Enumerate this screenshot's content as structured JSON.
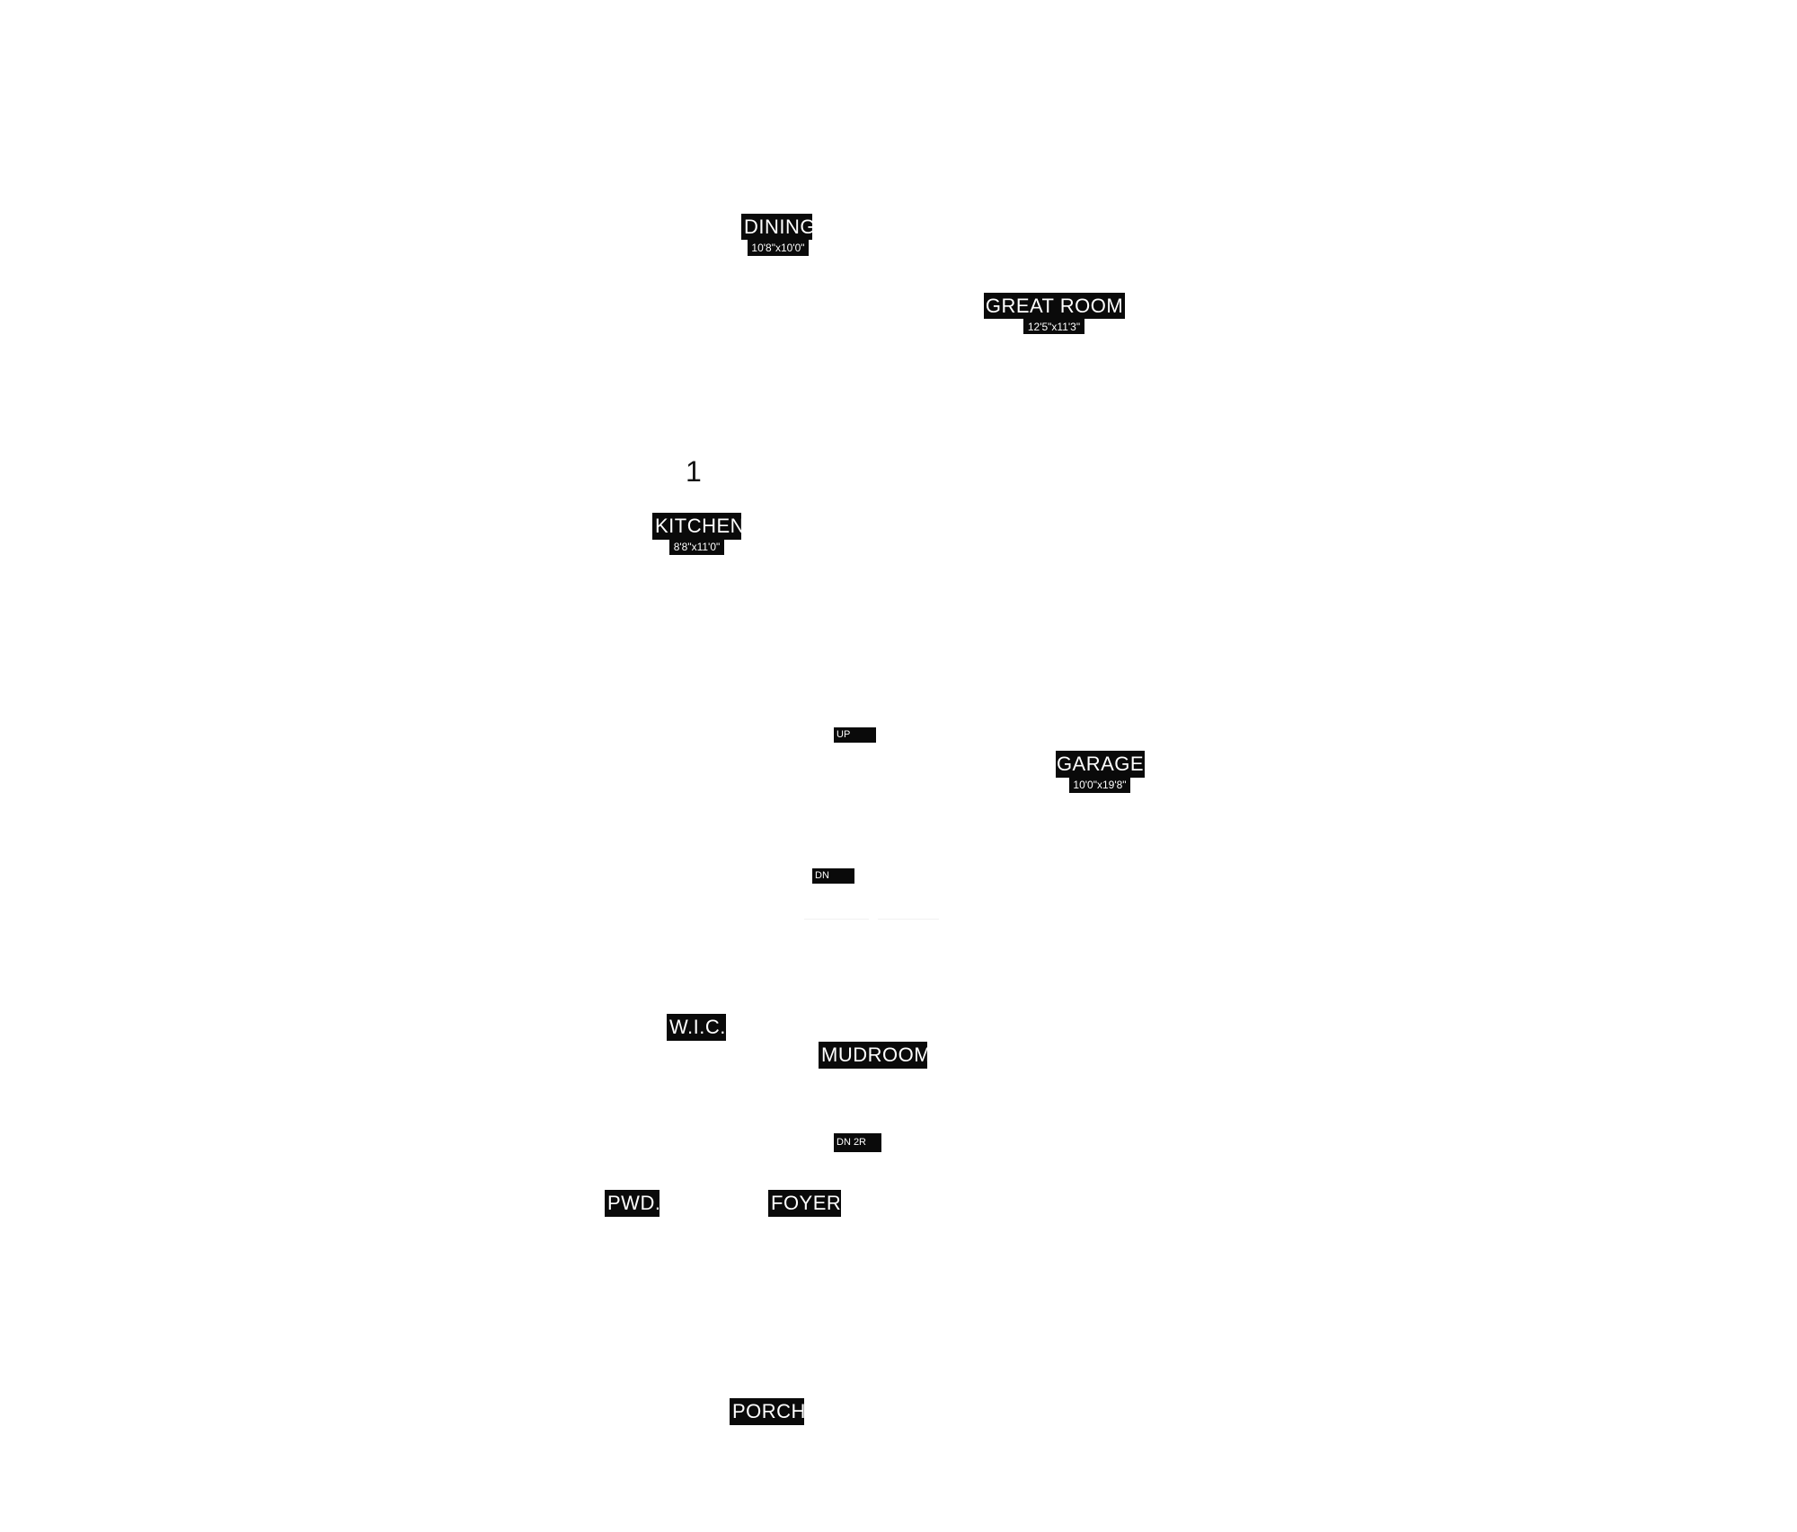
{
  "rooms": {
    "dining": {
      "name": "DINING",
      "dims": "10'8\"x10'0\""
    },
    "great_room": {
      "name": "GREAT ROOM",
      "dims": "12'5\"x11'3\""
    },
    "kitchen": {
      "name": "KITCHEN",
      "dims": "8'8\"x11'0\""
    },
    "garage": {
      "name": "GARAGE",
      "dims": "10'0\"x19'8\""
    },
    "wic": {
      "name": "W.I.C."
    },
    "mudroom": {
      "name": "MUDROOM"
    },
    "powder": {
      "name": "PWD."
    },
    "foyer": {
      "name": "FOYER"
    },
    "porch": {
      "name": "PORCH"
    }
  },
  "stairs": {
    "up": "UP",
    "down": "DN",
    "down_2r": "DN 2R"
  },
  "marker": "1",
  "colors": {
    "label_background": "#0a0a0a",
    "label_text": "#ffffff",
    "page_background": "#ffffff"
  }
}
